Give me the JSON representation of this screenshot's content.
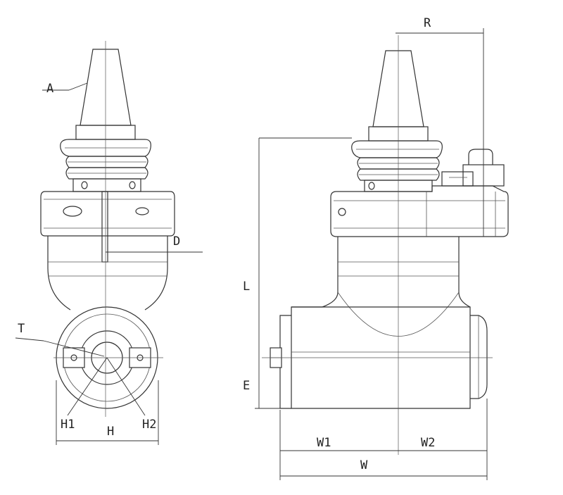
{
  "labels": {
    "A": "A",
    "D": "D",
    "T": "T",
    "H": "H",
    "H1": "H1",
    "H2": "H2",
    "R": "R",
    "L": "L",
    "E": "E",
    "W": "W",
    "W1": "W1",
    "W2": "W2"
  }
}
